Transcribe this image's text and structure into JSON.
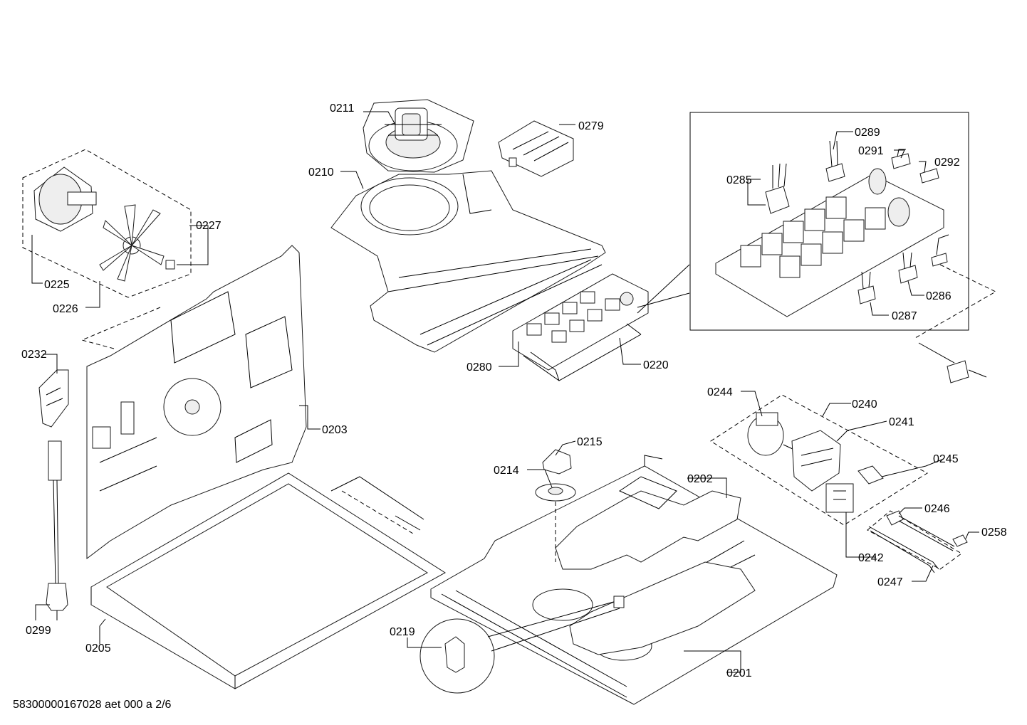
{
  "diagram": {
    "footer_text": "58300000167028 aet 000 a 2/6",
    "labels": {
      "p0211": "0211",
      "p0279": "0279",
      "p0210": "0210",
      "p0289": "0289",
      "p0291": "0291",
      "p0292": "0292",
      "p0285": "0285",
      "p0227": "0227",
      "p0225": "0225",
      "p0226": "0226",
      "p0286": "0286",
      "p0287": "0287",
      "p0232": "0232",
      "p0280": "0280",
      "p0220": "0220",
      "p0203": "0203",
      "p0244": "0244",
      "p0240": "0240",
      "p0241": "0241",
      "p0215": "0215",
      "p0214": "0214",
      "p0202": "0202",
      "p0245": "0245",
      "p0246": "0246",
      "p0258": "0258",
      "p0242": "0242",
      "p0247": "0247",
      "p0299": "0299",
      "p0219": "0219",
      "p0205": "0205",
      "p0201": "0201"
    }
  }
}
